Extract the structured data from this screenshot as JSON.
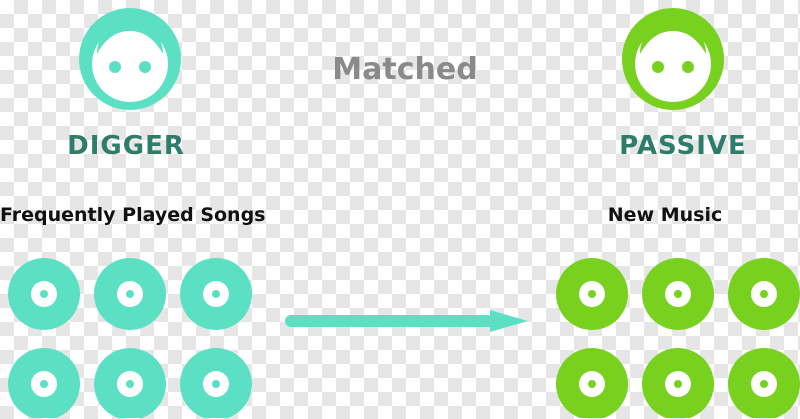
{
  "colors": {
    "teal": "#5ce0c3",
    "green": "#78d11f",
    "label": "#2e7d6a",
    "matched": "#8a8a8a"
  },
  "icons": {
    "left_face": "person-face-icon",
    "right_face": "person-face-icon",
    "record": "vinyl-record-icon",
    "arrow": "right-arrow-icon"
  },
  "personas": {
    "left": {
      "label": "DIGGER"
    },
    "right": {
      "label": "PASSIVE"
    }
  },
  "matched_label": "Matched",
  "sections": {
    "left": {
      "title": "Frequently Played Songs",
      "record_count": 6
    },
    "right": {
      "title": "New Music",
      "record_count": 6
    }
  }
}
